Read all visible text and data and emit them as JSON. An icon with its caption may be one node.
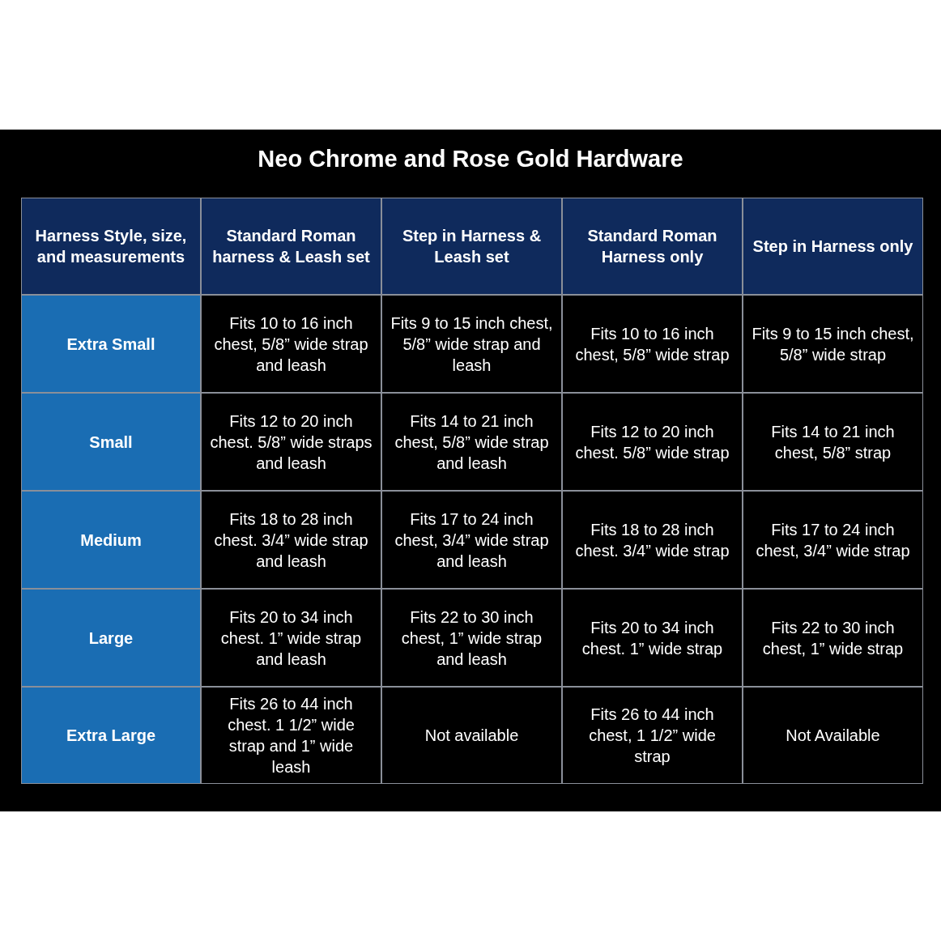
{
  "diagram": {
    "title": "Neo Chrome and Rose Gold Hardware",
    "labels": [
      "Harness Style, size, and measurements",
      "Standard Roman harness & Leash set",
      "Step in Harness & Leash set",
      "Standard Roman Harness only",
      "Step in Harness only",
      "Extra Small",
      "Fits 10 to 16 inch chest, 5/8” wide strap and leash",
      "Fits 9 to 15 inch chest, 5/8” wide strap and leash",
      "Fits 10 to 16 inch chest, 5/8” wide strap",
      "Fits 9 to 15 inch chest, 5/8” wide strap",
      "Small",
      "Fits 12 to 20 inch chest. 5/8” wide straps and leash",
      "Fits 14 to 21 inch chest, 5/8” wide strap and leash",
      "Fits 12 to 20 inch chest. 5/8” wide strap",
      "Fits 14 to 21 inch chest, 5/8” strap",
      "Medium",
      "Fits 18 to 28 inch chest. 3/4” wide strap and leash",
      "Fits 17 to 24 inch chest, 3/4” wide strap and leash",
      "Fits 18 to 28 inch chest. 3/4” wide strap",
      "Fits 17 to 24 inch chest, 3/4” wide strap",
      "Large",
      "Fits 20 to 34 inch chest. 1” wide strap and leash",
      "Fits 22 to 30 inch chest, 1” wide strap and leash",
      "Fits 20 to 34 inch chest. 1” wide strap",
      "Fits 22 to 30 inch chest, 1” wide strap",
      "Extra Large",
      "Fits 26 to 44 inch chest. 1 1/2” wide strap and 1” wide leash",
      "Not available",
      "Fits 26 to 44 inch chest, 1 1/2” wide strap",
      "Not Available"
    ]
  }
}
